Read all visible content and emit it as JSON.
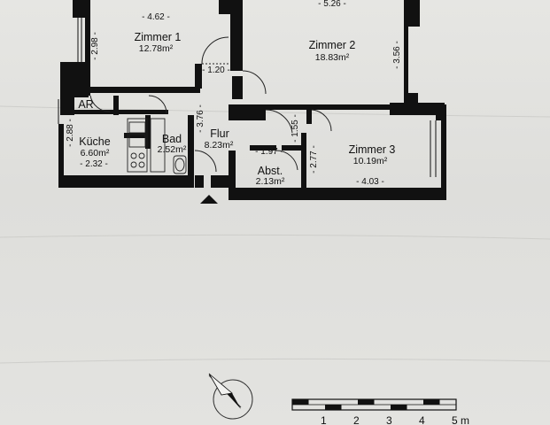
{
  "rooms": {
    "zimmer1": {
      "name": "Zimmer 1",
      "area": "12.78m²"
    },
    "zimmer2": {
      "name": "Zimmer 2",
      "area": "18.83m²"
    },
    "zimmer3": {
      "name": "Zimmer 3",
      "area": "10.19m²"
    },
    "kueche": {
      "name": "Küche",
      "area": "6.60m²"
    },
    "bad": {
      "name": "Bad",
      "area": "2.52m²"
    },
    "flur": {
      "name": "Flur",
      "area": "8.23m²"
    },
    "abst": {
      "name": "Abst.",
      "area": "2.13m²"
    },
    "ar": {
      "name": "AR"
    }
  },
  "dimensions": {
    "z1_width": "- 4.62 -",
    "z1_height": "- 2.98 -",
    "z2_width": "- 5.26 -",
    "z2_height": "- 3.56 -",
    "hall_1_20": "- 1.20 -",
    "flur_len": "- 3.76 -",
    "kueche_len": "- 2.88 -",
    "kueche_width": "- 2.32 -",
    "abst_width": "- 1.97 -",
    "abst_len": "- 1.55 -",
    "z3_height": "- 2.77 -",
    "z3_width": "- 4.03 -"
  },
  "scale": {
    "labels": [
      "1",
      "2",
      "3",
      "4",
      "5 m"
    ],
    "segments": 5
  },
  "colors": {
    "wall": "#111111",
    "paper": "#e3e3e0"
  },
  "icons": {
    "north_arrow": "compass-arrow-icon",
    "entrance": "entrance-triangle-icon"
  }
}
